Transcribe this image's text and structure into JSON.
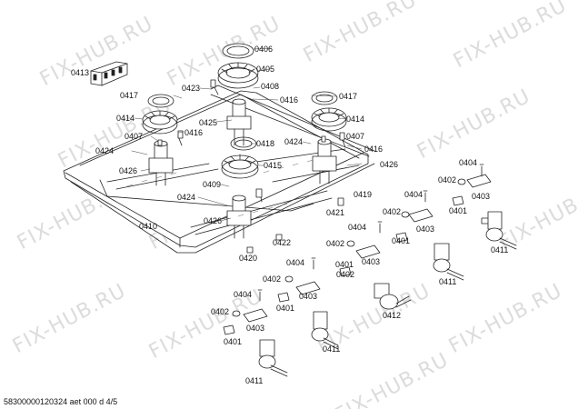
{
  "watermark_text": "FIX-HUB.RU",
  "footer_text": "58300000120324 aet 000 d 4/5",
  "callouts": [
    "0413",
    "0406",
    "0405",
    "0408",
    "0423",
    "0417",
    "0416",
    "0417",
    "0414",
    "0425",
    "0414",
    "0407",
    "0416",
    "0418",
    "0424",
    "0407",
    "0416",
    "0424",
    "0426",
    "0415",
    "0426",
    "0404",
    "0409",
    "0419",
    "0402",
    "0424",
    "0404",
    "0403",
    "0426",
    "0421",
    "0402",
    "0401",
    "0410",
    "0404",
    "0403",
    "0401",
    "0422",
    "0402",
    "0401",
    "0411",
    "0420",
    "0404",
    "0402",
    "0403",
    "0402",
    "0401",
    "0411",
    "0404",
    "0403",
    "0412",
    "0402",
    "0401",
    "0403",
    "0401",
    "0411",
    "0411"
  ]
}
